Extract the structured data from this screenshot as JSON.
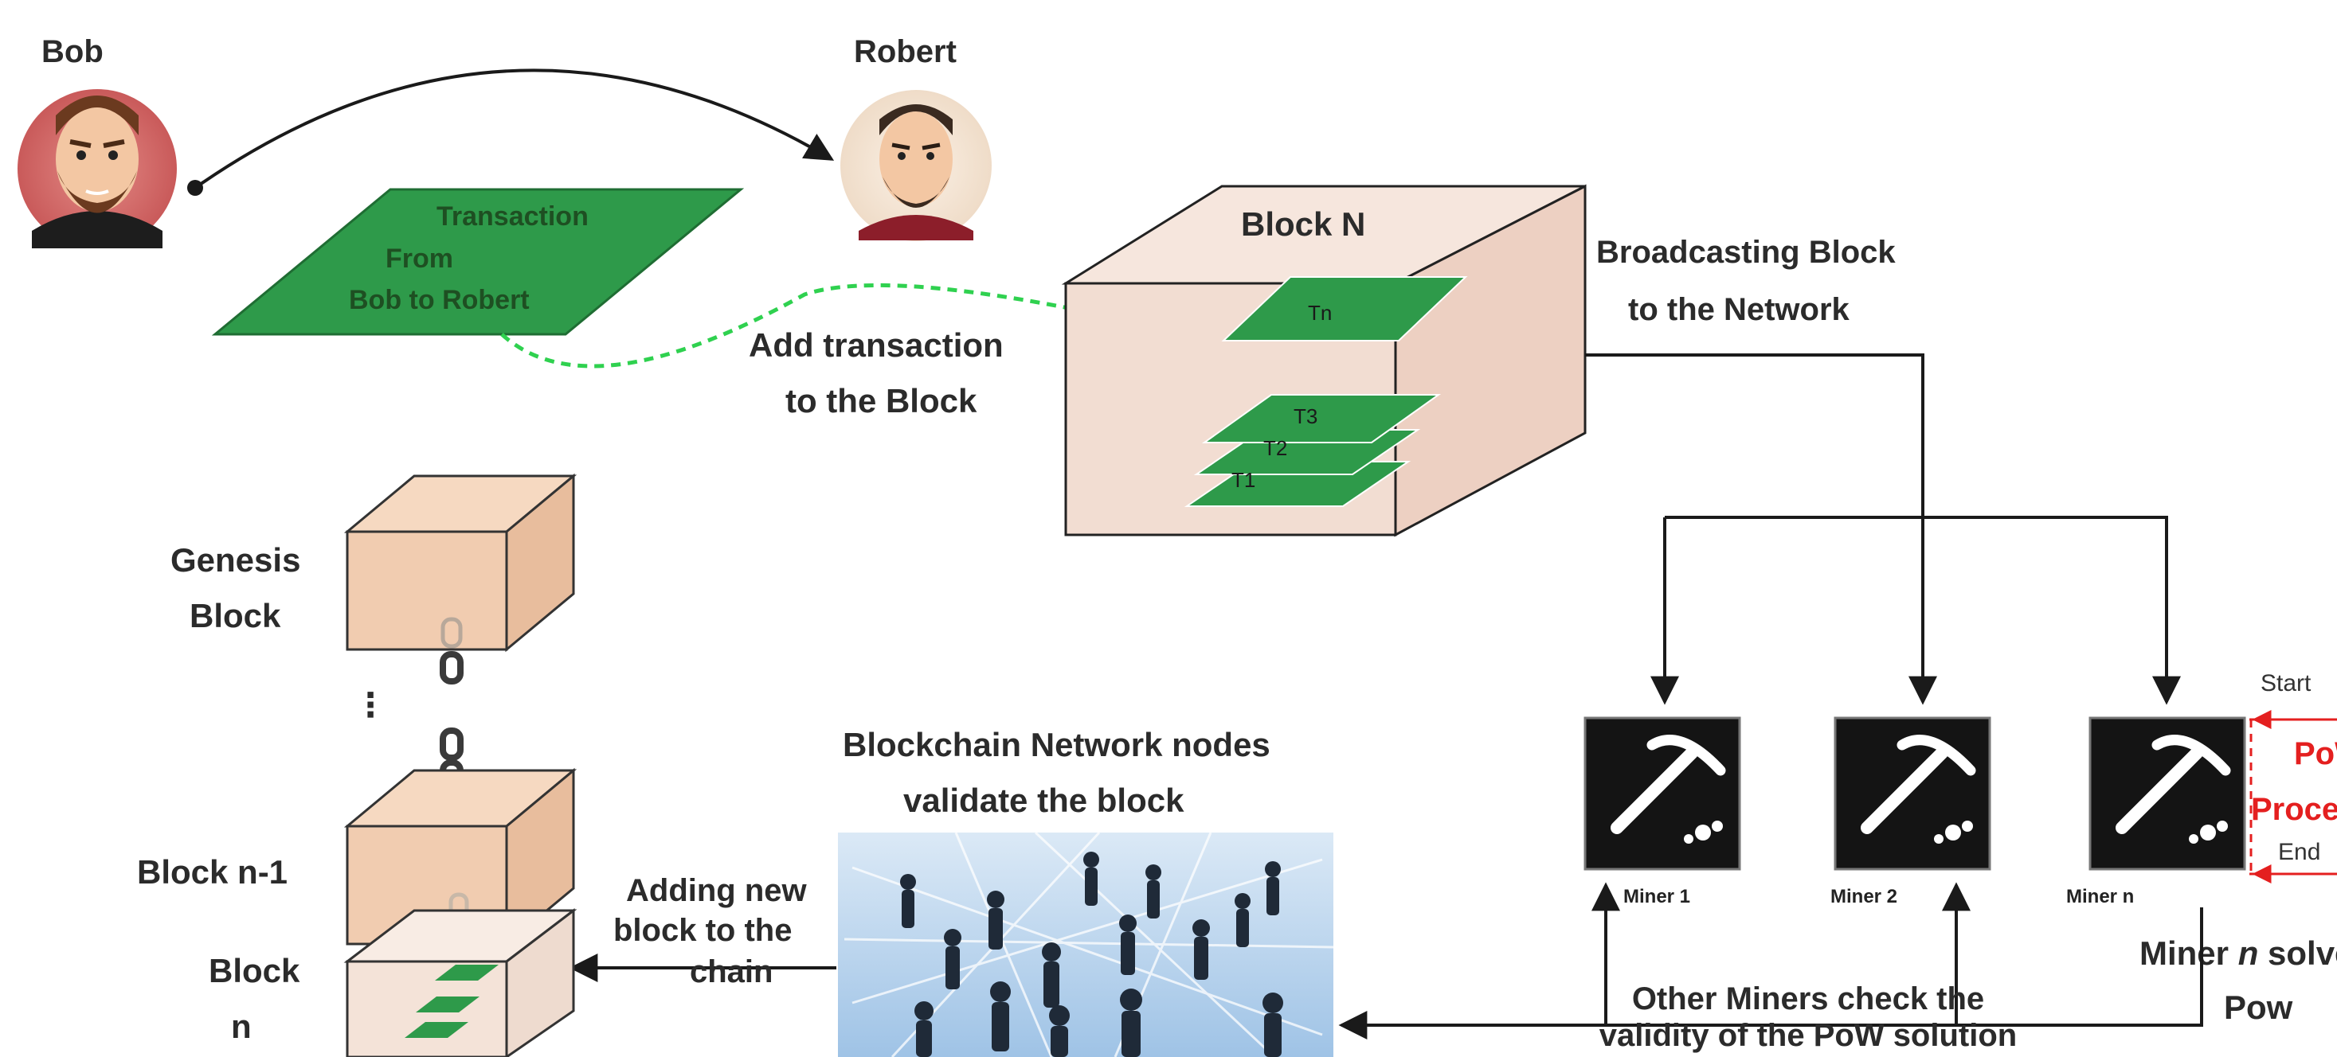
{
  "people": {
    "sender": "Bob",
    "receiver": "Robert"
  },
  "transaction": {
    "line1": "Transaction",
    "line2": "From",
    "line3": "Bob to Robert"
  },
  "add_tx": {
    "line1": "Add transaction",
    "line2": "to the Block"
  },
  "block_n": {
    "title": "Block N",
    "tx_top": "Tn",
    "tx_3": "T3",
    "tx_2": "T2",
    "tx_1": "T1"
  },
  "broadcast": {
    "line1": "Broadcasting Block",
    "line2": "to the Network"
  },
  "chain": {
    "genesis_line1": "Genesis",
    "genesis_line2": "Block",
    "ellipsis": "⋮",
    "prev_block": "Block n-1",
    "new_block_line1": "Block",
    "new_block_line2": "n"
  },
  "adding": {
    "line1": "Adding new",
    "line2": "block to the",
    "line3": "chain"
  },
  "network": {
    "line1": "Blockchain Network nodes",
    "line2": "validate the block"
  },
  "miners": [
    {
      "label": "Miner 1"
    },
    {
      "label": "Miner 2"
    },
    {
      "label": "Miner n"
    }
  ],
  "pow": {
    "start": "Start",
    "end": "End",
    "line1": "PoW",
    "line2": "Processing",
    "color": "#e41f1f"
  },
  "solves": {
    "line1_pre": "Miner ",
    "line1_em": "n",
    "line1_post": " solves",
    "line2": "Pow"
  },
  "check": {
    "line1": "Other Miners check the",
    "line2": "validity of the PoW solution"
  },
  "colors": {
    "transaction_green": "#2e9a4a",
    "block_fill": "#f2ddd2",
    "cube_fill": "#f1ccb0"
  }
}
